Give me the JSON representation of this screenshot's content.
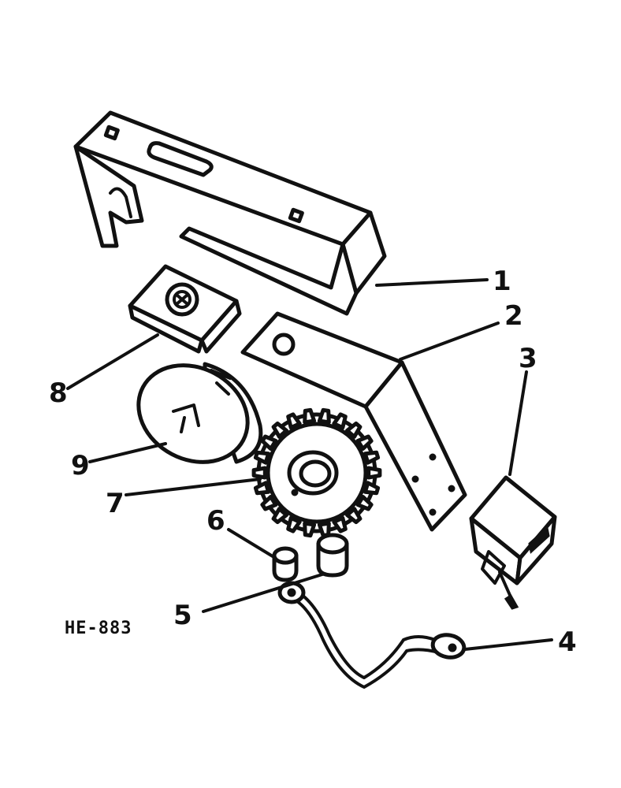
{
  "figure_id": "HE-883",
  "callouts": {
    "c1": "1",
    "c2": "2",
    "c3": "3",
    "c4": "4",
    "c5": "5",
    "c6": "6",
    "c7": "7",
    "c8": "8",
    "c9": "9"
  }
}
